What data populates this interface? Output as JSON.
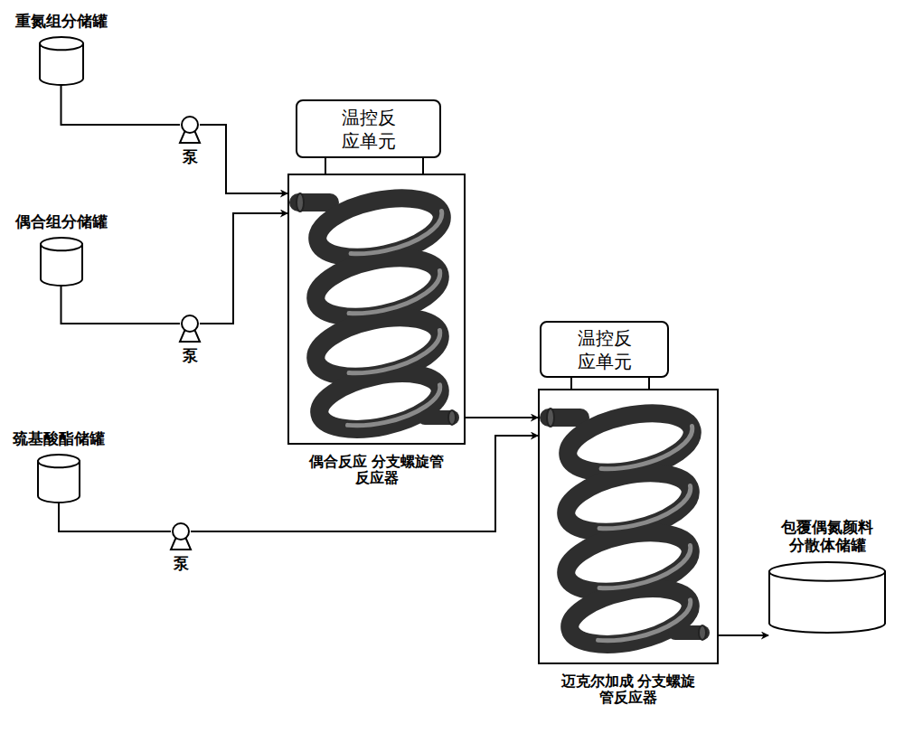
{
  "diagram": {
    "nodes": [
      {
        "text": [
          "重氮组分储罐"
        ]
      },
      {
        "text": [
          "泵"
        ]
      },
      {
        "text": [
          "偶合组分储罐"
        ]
      },
      {
        "text": [
          "泵"
        ]
      },
      {
        "text": [
          "巯基酸酯储罐"
        ]
      },
      {
        "text": [
          "泵"
        ]
      },
      {
        "text": [
          "温控反 应单元"
        ]
      },
      {
        "text": [
          "偶合反应 分支螺旋管反应器"
        ]
      },
      {
        "text": [
          "温控反 应单元"
        ]
      },
      {
        "text": [
          "迈克尔加成 分支螺旋管反应器"
        ]
      },
      {
        "text": [
          "包覆偶氮颜料 分散体储罐"
        ]
      }
    ],
    "edges": [
      {
        "from": 0,
        "to": 1,
        "arrow": "none"
      },
      {
        "from": 1,
        "to": 7,
        "arrow": "to"
      },
      {
        "from": 2,
        "to": 3,
        "arrow": "none"
      },
      {
        "from": 3,
        "to": 7,
        "arrow": "to"
      },
      {
        "from": 6,
        "to": 7,
        "arrow": "none"
      },
      {
        "from": 7,
        "to": 9,
        "arrow": "to"
      },
      {
        "from": 4,
        "to": 5,
        "arrow": "none"
      },
      {
        "from": 5,
        "to": 9,
        "arrow": "to"
      },
      {
        "from": 8,
        "to": 9,
        "arrow": "none"
      },
      {
        "from": 9,
        "to": 10,
        "arrow": "to"
      }
    ]
  }
}
